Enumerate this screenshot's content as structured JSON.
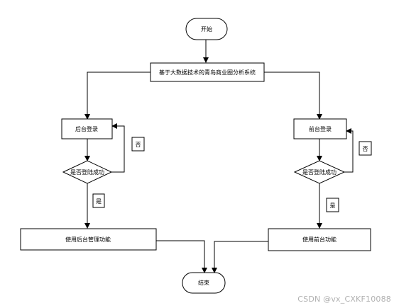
{
  "diagram": {
    "start": "开始",
    "system": "基于大数据技术的青岛商业圈分析系统",
    "backend_login": "后台登录",
    "frontend_login": "前台登录",
    "backend_check": "是否登陆成功",
    "frontend_check": "是否登陆成功",
    "backend_no": "否",
    "frontend_no": "否",
    "backend_yes": "是",
    "frontend_yes": "是",
    "backend_use": "使用后台管理功能",
    "frontend_use": "使用前台功能",
    "end": "结束"
  },
  "watermark": "CSDN @vx_CXKF10088"
}
